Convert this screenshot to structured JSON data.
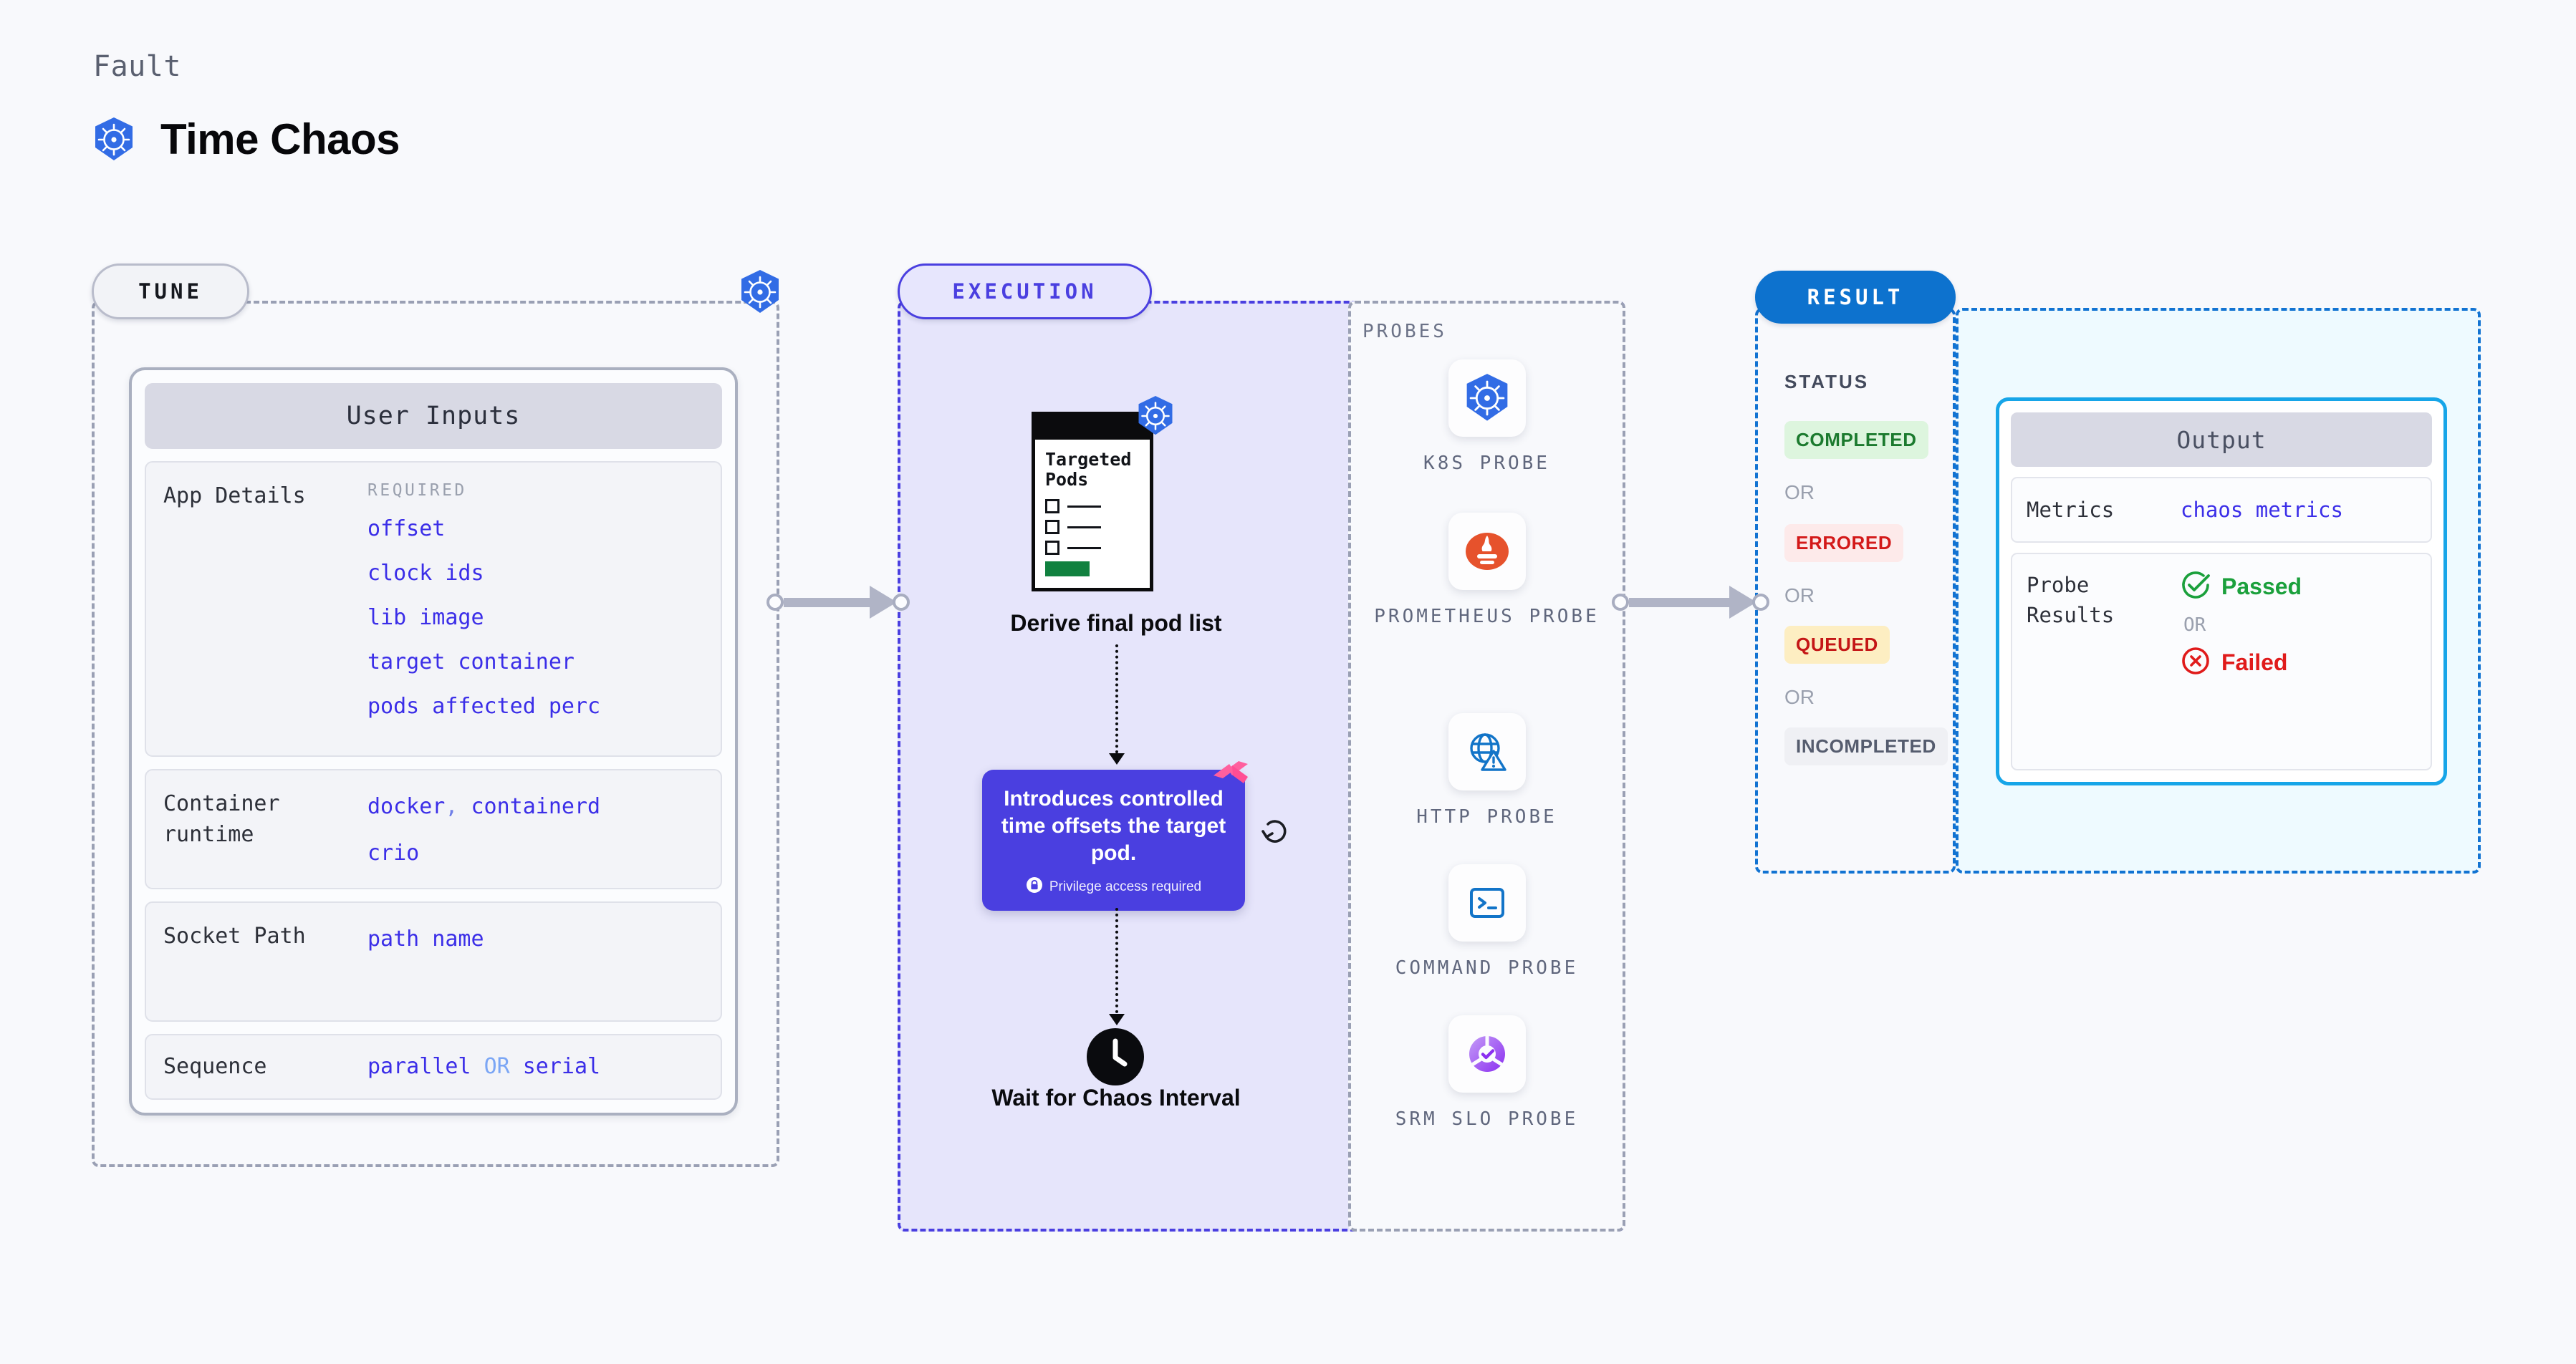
{
  "header": {
    "eyebrow": "Fault",
    "title": "Time Chaos",
    "icon": "kubernetes-icon"
  },
  "tune": {
    "pill": "TUNE",
    "card_title": "User Inputs",
    "rows": [
      {
        "label": "App Details",
        "required_label": "REQUIRED",
        "values": [
          "offset",
          "clock ids",
          "lib image",
          "target container",
          "pods affected perc"
        ]
      },
      {
        "label": "Container runtime",
        "values": [
          "docker",
          "containerd",
          "crio"
        ],
        "separator": ","
      },
      {
        "label": "Socket Path",
        "values": [
          "path name"
        ]
      },
      {
        "label": "Sequence",
        "values": [
          "parallel",
          "serial"
        ],
        "separator": "OR"
      }
    ]
  },
  "execution": {
    "pill": "EXECUTION",
    "pods_card": {
      "title": "Targeted Pods",
      "items": 3,
      "icon": "kubernetes-icon"
    },
    "step1_caption": "Derive final pod list",
    "tooltip": {
      "text": "Introduces controlled time offsets the target pod.",
      "note": "Privilege access required",
      "icon": "lock-icon"
    },
    "loop_icon": "refresh-loop-icon",
    "step2_caption": "Wait for Chaos Interval",
    "clock_icon": "clock-icon"
  },
  "probes": {
    "title": "PROBES",
    "items": [
      {
        "label": "K8S PROBE",
        "icon": "kubernetes-icon"
      },
      {
        "label": "PROMETHEUS PROBE",
        "icon": "prometheus-icon"
      },
      {
        "label": "HTTP PROBE",
        "icon": "globe-warning-icon"
      },
      {
        "label": "COMMAND PROBE",
        "icon": "terminal-icon"
      },
      {
        "label": "SRM SLO PROBE",
        "icon": "srm-slo-icon"
      }
    ]
  },
  "result": {
    "pill": "RESULT",
    "status_label": "STATUS",
    "or_label": "OR",
    "statuses": [
      {
        "text": "COMPLETED",
        "color": "#1b7a2e",
        "bg": "#ddf5de"
      },
      {
        "text": "ERRORED",
        "color": "#d31919",
        "bg": "#fdeaea"
      },
      {
        "text": "QUEUED",
        "color": "#c41616",
        "bg": "#fdeec2"
      },
      {
        "text": "INCOMPLETED",
        "color": "#555c6e",
        "bg": "#eff0f4"
      }
    ]
  },
  "output": {
    "card_title": "Output",
    "metrics_label": "Metrics",
    "metrics_value": "chaos metrics",
    "probe_label": "Probe Results",
    "passed": "Passed",
    "failed": "Failed",
    "or_label": "OR",
    "passed_icon": "check-circle-icon",
    "failed_icon": "x-circle-icon"
  }
}
